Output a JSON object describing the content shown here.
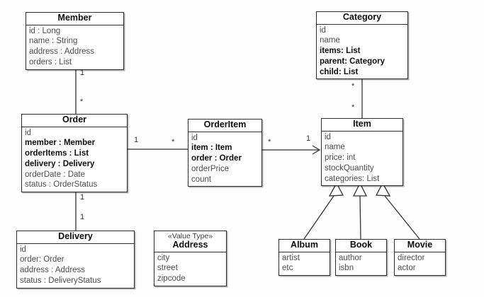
{
  "colors": {
    "line": "#333333",
    "box_border": "#2e2e2e",
    "background": "#fdfdfd"
  },
  "classes": {
    "member": {
      "name": "Member",
      "attributes": [
        "id : Long",
        "name : String",
        "address : Address",
        "orders : List"
      ]
    },
    "category": {
      "name": "Category",
      "attributes": [
        "id",
        "name",
        "items: List",
        "parent: Category",
        "child: List"
      ]
    },
    "order": {
      "name": "Order",
      "attributes": [
        "id",
        "member : Member",
        "orderItems : List",
        "delivery : Delivery",
        "orderDate : Date",
        "status : OrderStatus"
      ]
    },
    "orderitem": {
      "name": "OrderItem",
      "attributes": [
        "id",
        "item : Item",
        "order : Order",
        "orderPrice",
        "count"
      ]
    },
    "item": {
      "name": "Item",
      "attributes": [
        "id",
        "name",
        "price: int",
        "stockQuantity",
        "categories: List"
      ]
    },
    "delivery": {
      "name": "Delivery",
      "attributes": [
        "id",
        "order: Order",
        "address : Address",
        "status : DeliveryStatus"
      ]
    },
    "address": {
      "stereotype": "«Value Type»",
      "name": "Address",
      "attributes": [
        "city",
        "street",
        "zipcode"
      ]
    },
    "album": {
      "name": "Album",
      "attributes": [
        "artist",
        "etc"
      ]
    },
    "book": {
      "name": "Book",
      "attributes": [
        "author",
        "isbn"
      ]
    },
    "movie": {
      "name": "Movie",
      "attributes": [
        "director",
        "actor"
      ]
    }
  },
  "multiplicities": {
    "member_order": {
      "member_end": "1",
      "order_end": "*"
    },
    "category_item": {
      "category_end": "*",
      "item_end": "*"
    },
    "order_orderitem": {
      "order_end": "1",
      "orderitem_end": "*"
    },
    "orderitem_item": {
      "orderitem_end": "*",
      "item_end": "1"
    },
    "order_delivery": {
      "order_end": "1",
      "delivery_end": "1"
    }
  },
  "relationships": [
    {
      "type": "association",
      "from": "Member",
      "to": "Order"
    },
    {
      "type": "association",
      "from": "Category",
      "to": "Item"
    },
    {
      "type": "association",
      "from": "Order",
      "to": "OrderItem"
    },
    {
      "type": "directed-association",
      "from": "OrderItem",
      "to": "Item"
    },
    {
      "type": "association",
      "from": "Order",
      "to": "Delivery"
    },
    {
      "type": "generalization",
      "from": "Album",
      "to": "Item"
    },
    {
      "type": "generalization",
      "from": "Book",
      "to": "Item"
    },
    {
      "type": "generalization",
      "from": "Movie",
      "to": "Item"
    }
  ]
}
